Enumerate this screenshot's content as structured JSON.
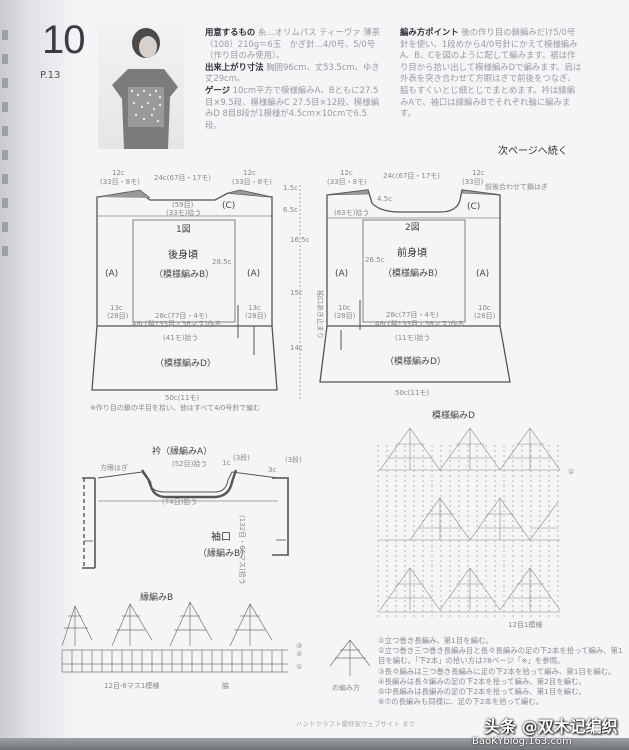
{
  "header": {
    "pattern_number": "10",
    "page_ref": "P.13"
  },
  "materials": {
    "title": "用意するもの",
    "body": "糸…オリムパス ティーヴァ 薄茶（108）210g＝6玉　かぎ針…4/0号、5/0号（作り目のみ使用）。",
    "size_title": "出来上がり寸法",
    "size_body": "胸囲96cm、丈53.5cm、ゆき丈29cm。",
    "gauge_title": "ゲージ",
    "gauge_body": "10cm平方で模様編みA、Bともに27.5目×9.5段、模様編みC 27.5目×12段、模様編みD 8目8段が1模様が4.5cm×10cmで6.5段。"
  },
  "points": {
    "title": "編み方ポイント",
    "body": "後の作り目の鎖編みだけ5/0号針を使い、1段めから4/0号針にかえて模様編みA、B、Cを図のように配して編みます。裾は作り目から拾い出して模様編みDで編みます。肩は外表を突き合わせて方眼はぎで前後をつなぎ、脇もすくいとじ細とじでまとめます。衿は縁編みAで、袖口は縁編みBでそれぞれ輪に編みます。",
    "continued": "次ページへ続く"
  },
  "back": {
    "fig": "1図",
    "name": "後身頃",
    "pattern_b": "（模様編みB）",
    "pattern_a": "(A)",
    "pattern_c": "(C)",
    "pattern_d": "（模様編みD）",
    "shoulder_l": "12c",
    "shoulder_l2": "(33目・8モ)",
    "neck": "24c(67目・17モ)",
    "shoulder_r": "12c",
    "shoulder_r2": "(33目・8モ)",
    "row59": "(59目)",
    "pick33": "(33モ)拾う",
    "h285": "28.5c",
    "h_side": "13c",
    "h_side2": "(28目)",
    "w28": "28c(77目・4モ)",
    "w48": "48c(鎖133目・36マス)作る",
    "pick41": "(41モ)拾う",
    "w50": "50c(11モ)",
    "d15": "1.5c",
    "d65": "6.5c",
    "d165": "16.5c",
    "d15c": "15c",
    "d14": "14c",
    "armhole": "袖口あき止まり",
    "note": "※作り目の鎖の半目を拾い、他はすべて4/0号針で編む"
  },
  "front": {
    "fig": "2図",
    "name": "前身頃",
    "pattern_b": "（模様編みB）",
    "pattern_a": "(A)",
    "pattern_c": "(C)",
    "pattern_d": "（模様編みD）",
    "shoulder_l": "12c",
    "shoulder_l2": "(33目・8モ)",
    "neck": "24c(67目・17モ)",
    "shoulder_r": "12c",
    "shoulder_r2": "(33目)",
    "match": "前後合わせて鎖はぎ",
    "neck_depth": "4.5c",
    "pick63": "(63モ)拾う",
    "h265": "26.5c",
    "side10": "10c",
    "side10b": "(28目)",
    "w28": "28c(77目・4モ)",
    "w48": "48c(鎖133目・36マス)作る",
    "pick11": "(11モ)拾う",
    "w50": "50c(11モ)"
  },
  "collar": {
    "title": "衿（縁編みA）",
    "pick52": "(52目)拾う",
    "pick74": "(74目)拾う",
    "shoulder_seam": "方眼はぎ",
    "d1": "1c",
    "d1r": "(3段)",
    "d3": "3c",
    "d3r": "(3段)",
    "sleeve_title": "袖口",
    "sleeve_pattern": "（縁編みB）",
    "pick_sleeve": "(132目・66マス)拾う"
  },
  "edging_b": {
    "title": "縁編みB",
    "repeat": "12目-6マス1模様",
    "row1": "①",
    "row2": "②",
    "row3": "③",
    "mark": "脇",
    "how": "の編み方"
  },
  "pattern_d": {
    "title": "模様編みD",
    "repeat": "12目1模様",
    "row1": "①"
  },
  "notes": [
    "①立つ巻き長編み、第1目を編む。",
    "②立つ巻き三つ巻き長編み目と長々長編みの足の下2本を拾って編み、第1目を編む。「下2本」の拾い方は78ページ「※」を参照。",
    "③長々編みは三つ巻き長編みに足の下2本を拾って編み、第1目を編む。",
    "④長編みは長々編みの足の下2本を拾って編み、第2目を編む。",
    "⑤中長編みは長編みの足の下2本を拾って編み、第1目を編む。",
    "⑥⑦の長編みも同様に、足の下2本を拾って編む。"
  ],
  "footer": {
    "small": "ハンドクラフト愛好家ウェブサイト まで",
    "watermark": "头条 @双木记编织",
    "url": "BaoKYblog.163.com"
  }
}
